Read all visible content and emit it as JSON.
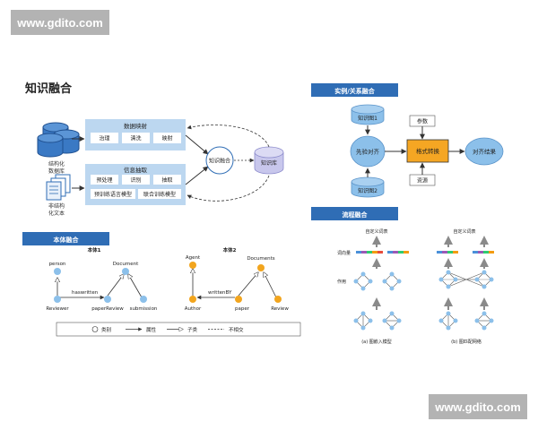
{
  "watermark": {
    "top": "www.gdito.com",
    "bottom": "www.gdito.com"
  },
  "fusion": {
    "title": "知识融合",
    "structured_label": [
      "结构化",
      "数据库"
    ],
    "unstructured_label": [
      "非结构",
      "化文本"
    ],
    "mapping": {
      "title": "数据映射",
      "items": [
        "治理",
        "清洗",
        "映射"
      ]
    },
    "extraction": {
      "title": "信息抽取",
      "row1": [
        "预处理",
        "识别",
        "抽取"
      ],
      "row2": [
        "预训练语言模型",
        "联合训练模型"
      ]
    },
    "fuse_node": "知识融合",
    "kb": "知识库"
  },
  "instance": {
    "title": "实例/关系融合",
    "kg1": "知识图1",
    "kg2": "知识图2",
    "align": "先验对齐",
    "params": "参数",
    "convert": "格式转换",
    "resource": "资源",
    "result": "对齐结果"
  },
  "ontology": {
    "title": "本体融合",
    "body1": {
      "title": "本体1",
      "nodes": [
        "person",
        "Document",
        "Reviewer",
        "paperReview",
        "submission"
      ],
      "edge": "haswritten"
    },
    "body2": {
      "title": "本体2",
      "nodes": [
        "Agent",
        "Documents",
        "Author",
        "paper",
        "Review"
      ],
      "edge": "writtenBY"
    },
    "legend": [
      "类别",
      "属性",
      "子类",
      "不相交"
    ]
  },
  "process": {
    "title": "流程融合",
    "top_labels": [
      "自定义词表",
      "自定义词表"
    ],
    "side_labels": [
      "词向量",
      "作用"
    ],
    "captions": [
      "(a) 图嵌入模型",
      "(b) 图匹配网络"
    ]
  },
  "colors": {
    "brand_blue": "#2f6db5",
    "light_blue_box": "#bcd7f0",
    "node_blue": "#8cc0ea",
    "node_orange": "#f2a51e",
    "convert_orange": "#f5a623",
    "kb_lavender": "#c8c7ec"
  }
}
